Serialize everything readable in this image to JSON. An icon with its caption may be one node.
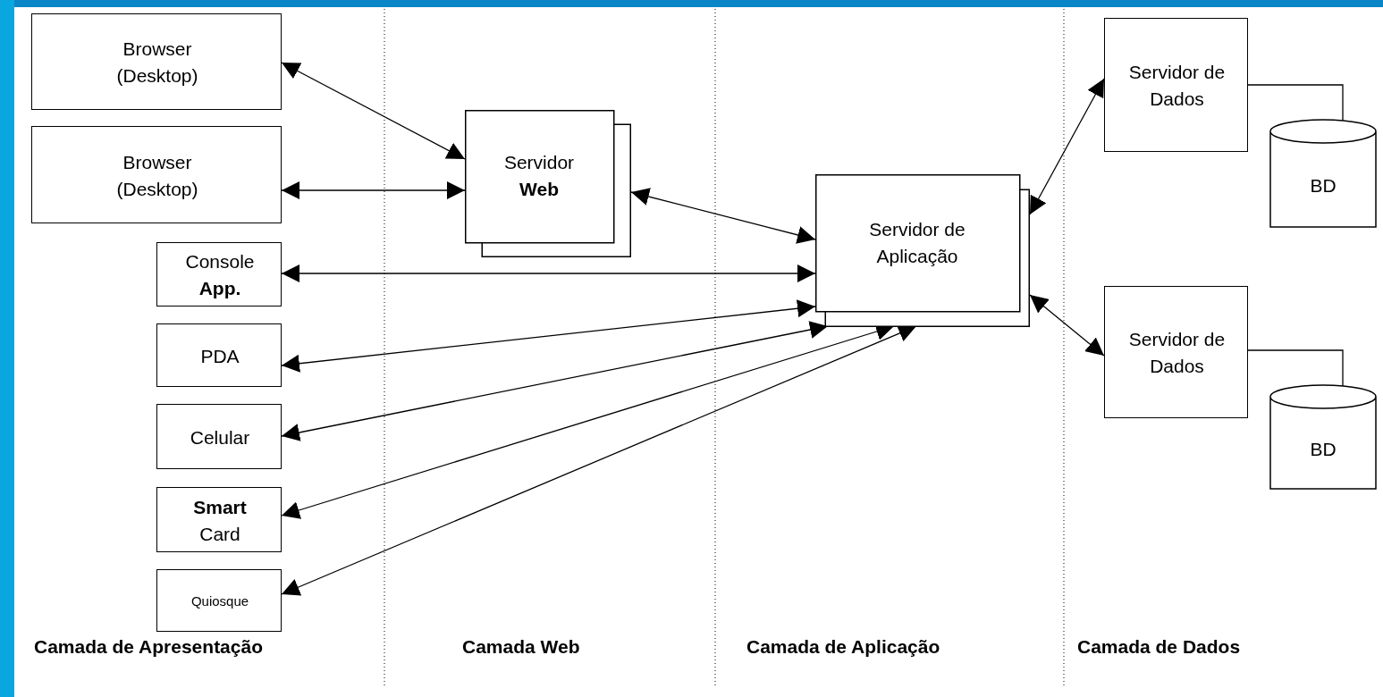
{
  "diagram": {
    "nodes": [
      {
        "text": [
          "Browser (Desktop)"
        ]
      },
      {
        "text": [
          "Browser (Desktop)"
        ]
      },
      {
        "text": [
          "Servidor **Web**"
        ]
      },
      {
        "text": [
          "Servidor de Aplicação"
        ]
      },
      {
        "text": [
          "Console **App.**"
        ]
      },
      {
        "text": [
          "PDA"
        ]
      },
      {
        "text": [
          "Celular"
        ]
      },
      {
        "text": [
          "**Smart** Card"
        ]
      },
      {
        "text": [
          "Quiosque"
        ]
      },
      {
        "text": [
          "Servidor de Dados"
        ]
      },
      {
        "text": [
          "BD"
        ]
      },
      {
        "text": [
          "Servidor de Dados"
        ]
      },
      {
        "text": [
          "BD"
        ]
      }
    ],
    "edges": [
      {
        "from": 0,
        "to": 2,
        "arrow": "both"
      },
      {
        "from": 1,
        "to": 2,
        "arrow": "both"
      },
      {
        "from": 2,
        "to": 3,
        "arrow": "both"
      },
      {
        "from": 4,
        "to": 3,
        "arrow": "both"
      },
      {
        "from": 5,
        "to": 3,
        "arrow": "both"
      },
      {
        "from": 6,
        "to": 3,
        "arrow": "both"
      },
      {
        "from": 7,
        "to": 3,
        "arrow": "both"
      },
      {
        "from": 8,
        "to": 3,
        "arrow": "both"
      },
      {
        "from": 3,
        "to": 9,
        "arrow": "both"
      },
      {
        "from": 3,
        "to": 11,
        "arrow": "both"
      },
      {
        "from": 9,
        "to": 10,
        "arrow": "none"
      },
      {
        "from": 11,
        "to": 12,
        "arrow": "none"
      }
    ],
    "labels": [
      "Camada de Apresentação",
      "Camada Web",
      "Camada de Aplicação",
      "Camada de Dados"
    ]
  }
}
